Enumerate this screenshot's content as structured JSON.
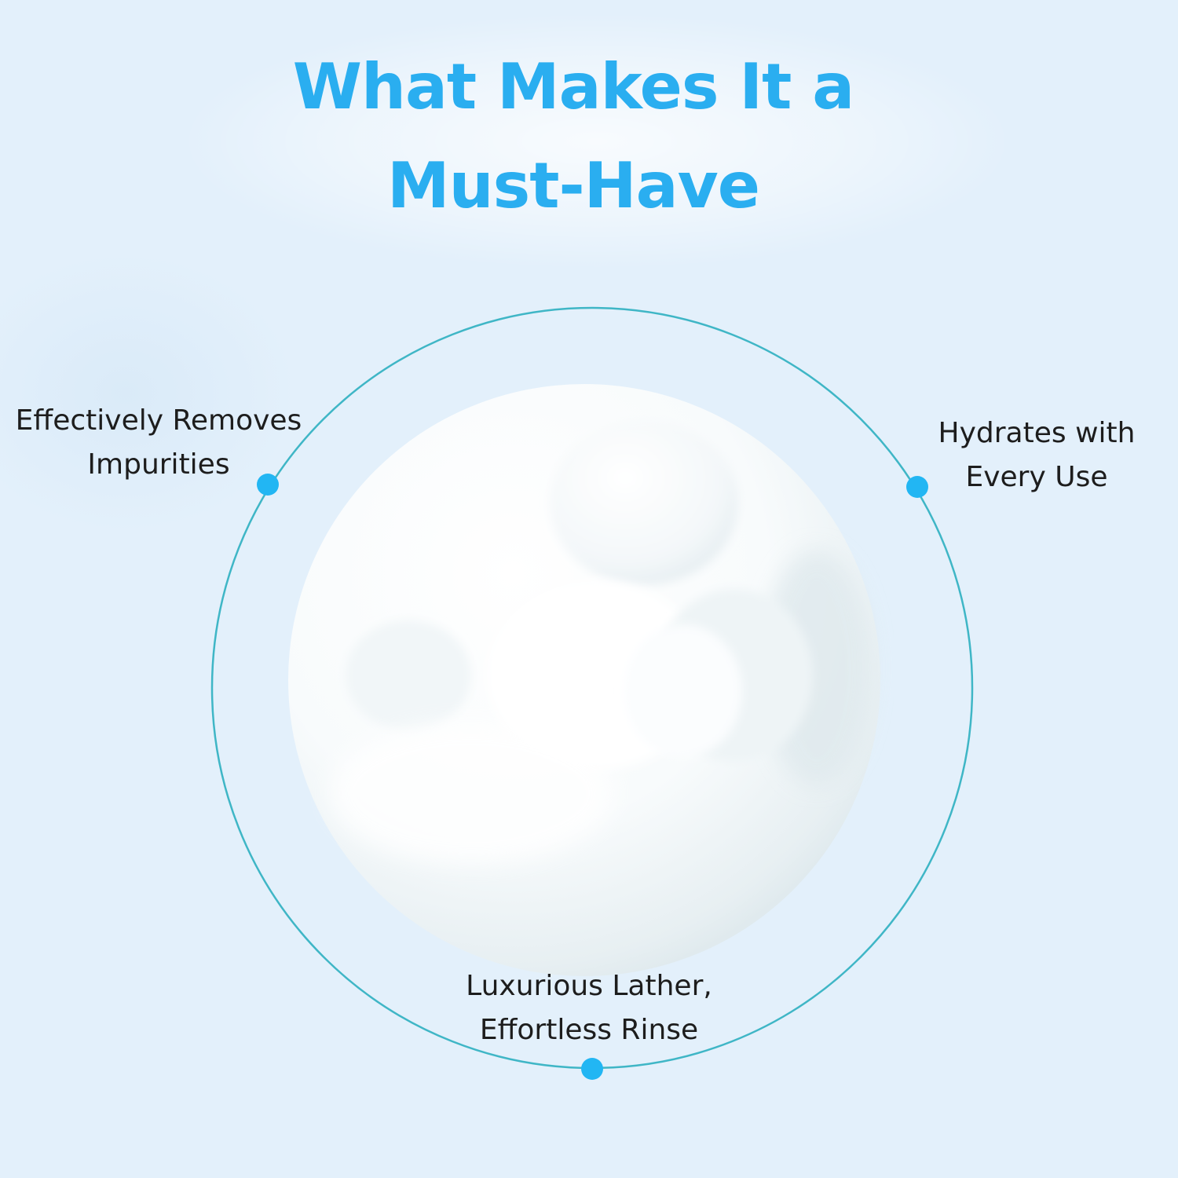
{
  "colors": {
    "background": "#e3f0fb",
    "title": "#2aaef0",
    "ring": "#3fb6c6",
    "dot": "#22b6f3",
    "label_text": "#1d1d1d"
  },
  "title": {
    "line1": "What Makes It a",
    "line2": "Must-Have"
  },
  "features": {
    "left": {
      "line1": "Effectively Removes",
      "line2": "Impurities"
    },
    "right": {
      "line1": "Hydrates with",
      "line2": "Every Use"
    },
    "bottom": {
      "line1": "Luxurious Lather,",
      "line2": "Effortless Rinse"
    }
  },
  "image": {
    "subject": "foam-lather-sphere"
  }
}
